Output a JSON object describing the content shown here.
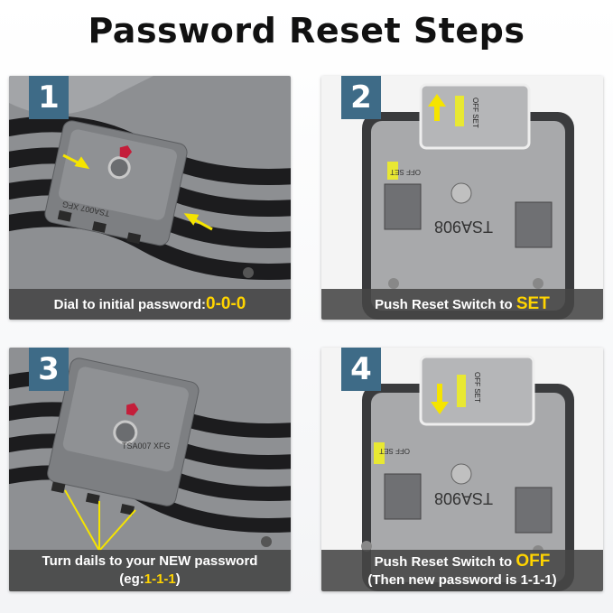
{
  "title": "Password Reset Steps",
  "steps": [
    {
      "number": "1",
      "caption_prefix": "Dial to initial password:",
      "caption_highlight": "0-0-0",
      "label_text": "TSA007 XFG"
    },
    {
      "number": "2",
      "caption_prefix": "Push Reset Switch to ",
      "caption_highlight": "SET",
      "switch_text": "OFF SET",
      "label_text": "TSA908"
    },
    {
      "number": "3",
      "caption_line1": "Turn dails to your NEW password",
      "caption_line2_prefix": "(eg:",
      "caption_line2_highlight": "1-1-1",
      "caption_line2_suffix": ")",
      "label_text": "TSA007 XFG"
    },
    {
      "number": "4",
      "caption_prefix": "Push Reset Switch to ",
      "caption_highlight": "OFF",
      "caption_line2": "(Then new password is 1-1-1)",
      "switch_text": "OFF SET",
      "label_text": "TSA908"
    }
  ],
  "colors": {
    "badge": "#3e6b87",
    "highlight": "#ffd400",
    "arrow": "#f5e400"
  }
}
